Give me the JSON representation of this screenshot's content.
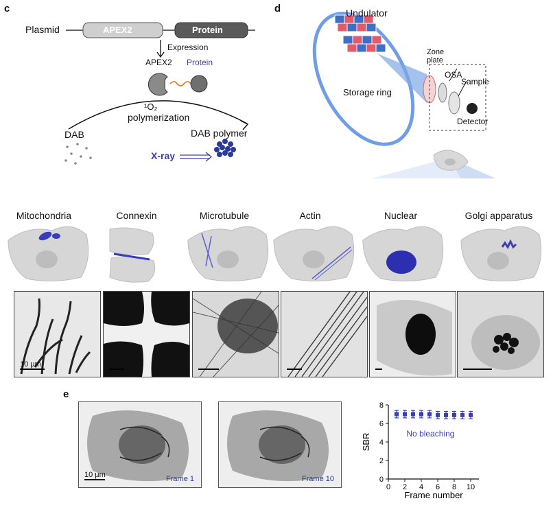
{
  "panel_c": {
    "letter": "c",
    "plasmid": "Plasmid",
    "apex2_box": "APEX2",
    "protein_box": "Protein",
    "expression": "Expression",
    "apex2_label": "APEX2",
    "protein_label": "Protein",
    "singlet_oxygen": "¹O₂",
    "polymerization": "polymerization",
    "dab": "DAB",
    "dab_polymer": "DAB polymer",
    "xray": "X-ray"
  },
  "panel_d": {
    "letter": "d",
    "undulator": "Undulator",
    "storage_ring": "Storage ring",
    "zone_plate": "Zone plate",
    "osa": "OSA",
    "sample": "Sample",
    "detector": "Detector"
  },
  "organelles": {
    "mito": "Mitochondria",
    "connexin": "Connexin",
    "microtubule": "Microtubule",
    "actin": "Actin",
    "nuclear": "Nuclear",
    "golgi": "Golgi apparatus"
  },
  "scalebar_mito": "10 μm",
  "panel_e": {
    "letter": "e",
    "scalebar": "10 μm",
    "frame1": "Frame 1",
    "frame10": "Frame 10"
  },
  "colors": {
    "accent": "#3a3dbb",
    "beam": "#5b86d6",
    "cell": "#d6d6d6"
  },
  "chart_data": {
    "type": "scatter",
    "x": [
      1,
      2,
      3,
      4,
      5,
      6,
      7,
      8,
      9,
      10
    ],
    "y": [
      7.0,
      7.0,
      7.0,
      7.0,
      7.0,
      6.9,
      6.9,
      6.9,
      6.9,
      6.9
    ],
    "error": [
      0.4,
      0.4,
      0.4,
      0.4,
      0.4,
      0.4,
      0.4,
      0.4,
      0.4,
      0.4
    ],
    "xlabel": "Frame number",
    "ylabel": "SBR",
    "annotation": "No bleaching",
    "xlim": [
      0,
      11
    ],
    "ylim": [
      0,
      8
    ],
    "xticks": [
      "0",
      "2",
      "4",
      "6",
      "8",
      "10"
    ],
    "yticks": [
      "0",
      "2",
      "4",
      "6",
      "8"
    ],
    "marker_color": "#3a3dbb"
  }
}
